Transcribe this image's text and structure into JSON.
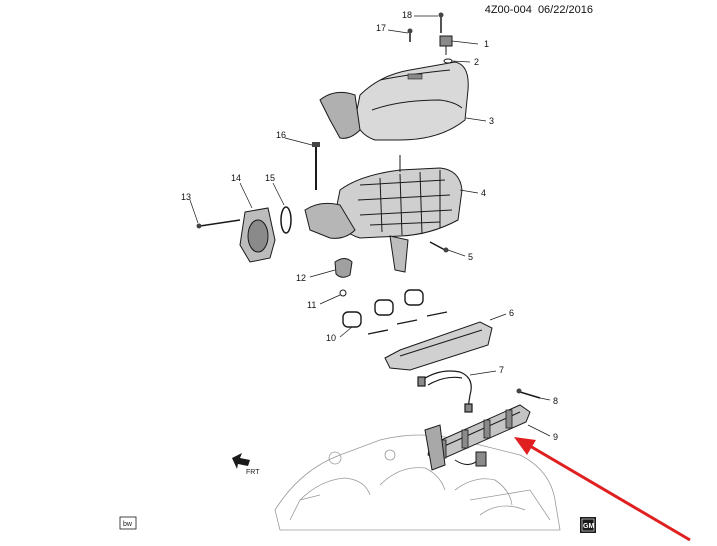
{
  "header": {
    "figure_id": "4Z00-004",
    "date": "06/22/2016"
  },
  "callouts": [
    "1",
    "2",
    "3",
    "4",
    "5",
    "6",
    "7",
    "8",
    "9",
    "10",
    "11",
    "12",
    "13",
    "14",
    "15",
    "16",
    "17",
    "18"
  ],
  "icons": {
    "front_arrow": {
      "name": "front-arrow-icon",
      "text": "FRT"
    },
    "gm_logo": {
      "name": "gm-logo-icon",
      "text": "GM"
    },
    "bw_badge": {
      "name": "bw-badge-icon",
      "text": "bw"
    }
  },
  "colors": {
    "line": "#1a1a1a",
    "part_fill": "#d9d9d9",
    "part_dark": "#8a8a8a",
    "highlight_arrow": "#e02020"
  }
}
